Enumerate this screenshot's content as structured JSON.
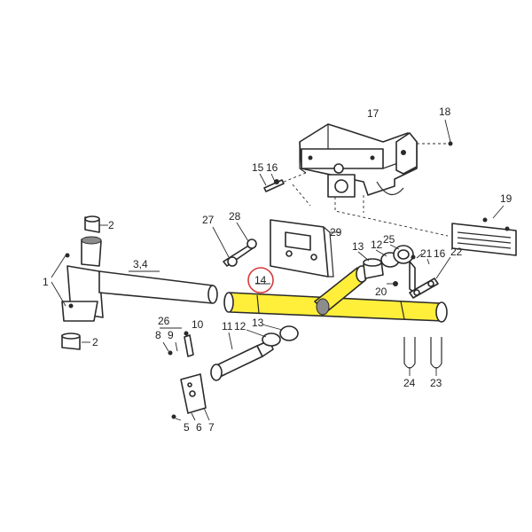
{
  "colors": {
    "highlight": "#ffef3a",
    "callout_circle": "#d83a3a",
    "line": "#2a2a2a"
  },
  "labels": {
    "p1": "1",
    "p2_top": "2",
    "p2_bottom": "2",
    "p3_4": "3,4",
    "p5": "5",
    "p6": "6",
    "p7": "7",
    "p8": "8",
    "p9": "9",
    "p10": "10",
    "p11": "11",
    "p12_left": "12",
    "p12_right": "12",
    "p13_left": "13",
    "p13_right": "13",
    "p14": "14",
    "p15": "15",
    "p16_top": "16",
    "p16_right": "16",
    "p17": "17",
    "p18": "18",
    "p19": "19",
    "p20": "20",
    "p21": "21",
    "p22": "22",
    "p23": "23",
    "p24": "24",
    "p25": "25",
    "p26": "26",
    "p27": "27",
    "p28": "28",
    "p29": "29"
  }
}
